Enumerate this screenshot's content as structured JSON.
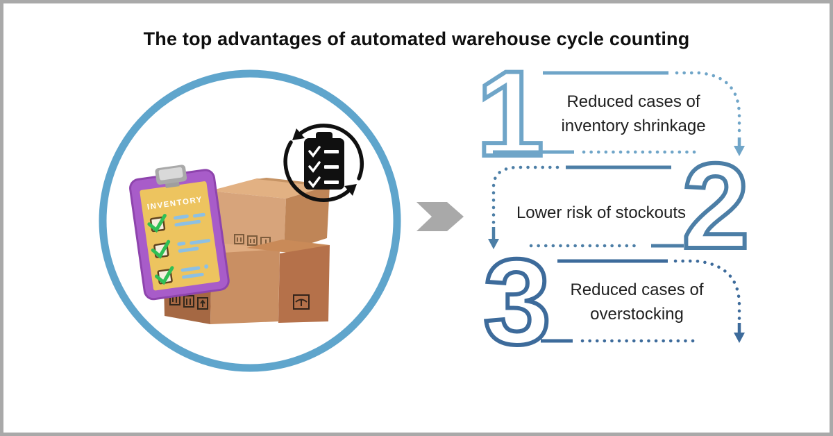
{
  "title": "The top advantages of automated warehouse cycle counting",
  "illustration": {
    "clipboard_title": "INVENTORY",
    "circle_color": "#5FA5CC"
  },
  "flow_arrow_color": "#A9A9A9",
  "advantages": [
    {
      "number": "1",
      "label": "Reduced cases of inventory shrinkage",
      "color": "#6FA5C8"
    },
    {
      "number": "2",
      "label": "Lower risk of stockouts",
      "color": "#4C7EA6"
    },
    {
      "number": "3",
      "label": "Reduced cases of overstocking",
      "color": "#3D6B9B"
    }
  ],
  "frame_color": "#A9A9A9",
  "text_color": "#1F1F1F"
}
